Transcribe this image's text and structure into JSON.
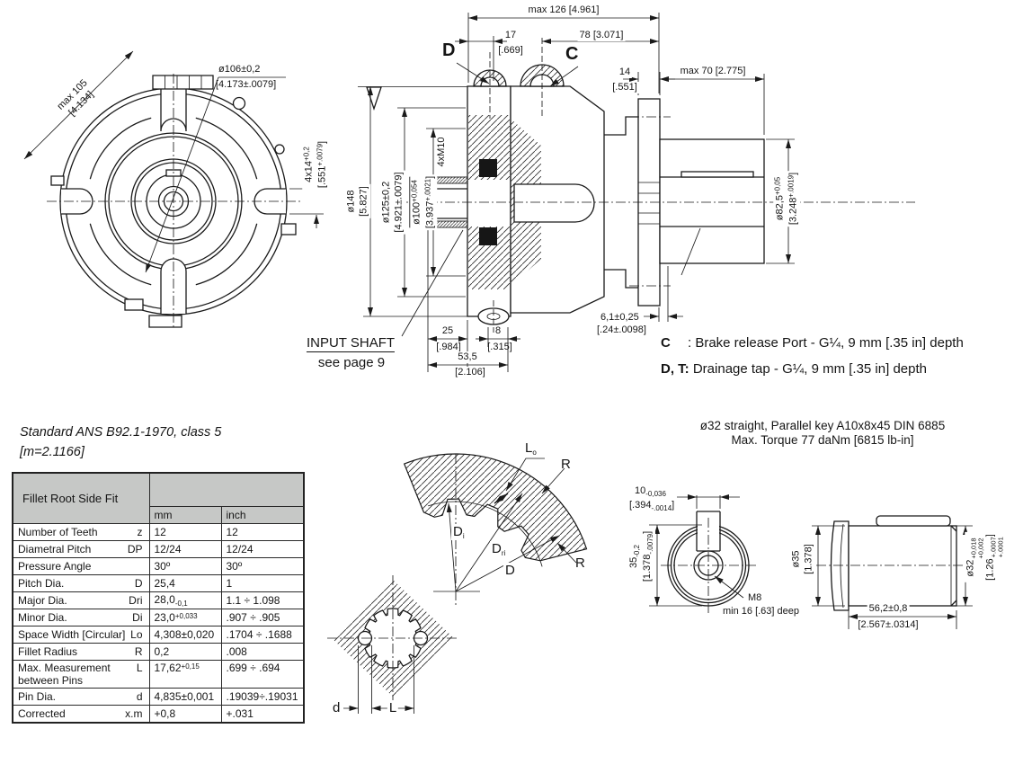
{
  "front": {
    "dim_diag_l1": "max 105",
    "dim_diag_l2": "[4.134]",
    "bolt_circle_l1": "ø106±0,2",
    "bolt_circle_l2": "[4.173±.0079]",
    "slot_l1_pre": "4x14",
    "slot_l1_sup": "+0,2",
    "slot_l2_pre": "[.551",
    "slot_l2_sup": "+.0079",
    "slot_l2_post": "]"
  },
  "section": {
    "dim_max126": "max 126 [4.961]",
    "dim_17_l1": "17",
    "dim_17_l2": "[.669]",
    "dim_78": "78 [3.071]",
    "port_d": "D",
    "port_c": "C",
    "dim_14_l1": "14",
    "dim_14_l2": "[.551]",
    "dim_max70": "max 70 [2.775]",
    "d148_l1": "ø148",
    "d148_l2": "[5.827]",
    "d125_l1": "ø125±0,2",
    "d125_l2": "[4.921±.0079]",
    "d100_l1_pre": "ø100",
    "d100_l1_sup": "+0,054",
    "d100_l2_pre": "[3.937",
    "d100_l2_sup": "+.0021",
    "d100_l2_post": "]",
    "m10": "4xM10",
    "d82_l1_pre": "ø82,5",
    "d82_l1_sup": "+0,05",
    "d82_l2_pre": "[3.248",
    "d82_l2_sup": "+.0019",
    "d82_l2_post": "]",
    "dim_25_l1": "25",
    "dim_25_l2": "[.984]",
    "dim_8_l1": "8",
    "dim_8_l2": "[.315]",
    "dim_535_l1": "53,5",
    "dim_535_l2": "[2.106]",
    "dim_61_l1": "6,1±0,25",
    "dim_61_l2": "[.24±.0098]",
    "input_shaft": "INPUT SHAFT",
    "input_shaft_sub": "see page 9"
  },
  "notes": {
    "c_key": "C",
    "c_text": ": Brake release Port - G¼, 9 mm [.35 in] depth",
    "dt_key": "D, T:",
    "dt_text": "Drainage tap - G¼, 9 mm [.35 in] depth"
  },
  "spline": {
    "standard_l1": "Standard ANS B92.1-1970, class 5",
    "standard_l2": "[m=2.1166]",
    "table": {
      "title": "Fillet Root Side Fit",
      "col_mm": "mm",
      "col_inch": "inch",
      "rows": [
        {
          "label": "Number of Teeth",
          "sym": "z",
          "mm": "12",
          "inch": "12"
        },
        {
          "label": "Diametral Pitch",
          "sym": "DP",
          "mm": "12/24",
          "inch": "12/24"
        },
        {
          "label": "Pressure Angle",
          "sym": "",
          "mm": "30º",
          "inch": "30º"
        },
        {
          "label": "Pitch Dia.",
          "sym": "D",
          "mm": "25,4",
          "inch": "1"
        },
        {
          "label": "Major Dia.",
          "sym": "Dri",
          "mm": "28,0",
          "mm_sub": "-0,1",
          "inch": "1.1 ÷ 1.098"
        },
        {
          "label": "Minor Dia.",
          "sym": "Di",
          "mm": "23,0",
          "mm_sup": "+0,033",
          "inch": ".907 ÷ .905"
        },
        {
          "label": "Space Width [Circular]",
          "sym": "Lo",
          "mm": "4,308±0,020",
          "inch": ".1704 ÷ .1688"
        },
        {
          "label": "Fillet Radius",
          "sym": "R",
          "mm": "0,2",
          "inch": ".008"
        },
        {
          "label": "Max. Measurement",
          "label2": "between Pins",
          "sym": "L",
          "mm": "17,62",
          "mm_sup": "+0,15",
          "inch": ".699 ÷ .694"
        },
        {
          "label": "Pin Dia.",
          "sym": "d",
          "mm": "4,835±0,001",
          "inch": ".19039÷.19031"
        },
        {
          "label": "Corrected",
          "sym": "x.m",
          "mm": "+0,8",
          "inch": "+.031"
        }
      ]
    },
    "sector_labels": {
      "lo_pre": "L",
      "lo_sub": "o",
      "r_top": "R",
      "r_bottom": "R",
      "di_pre": "D",
      "di_sub": "i",
      "dri_pre": "D",
      "dri_sub": "ri",
      "d": "D"
    },
    "ring_labels": {
      "d": "d",
      "l": "L"
    }
  },
  "key_shaft": {
    "title_l1": "ø32 straight, Parallel key A10x8x45 DIN 6885",
    "title_l2": "Max. Torque 77 daNm [6815 lb-in]",
    "dim10_l1_pre": "10",
    "dim10_l1_sub": "-0,036",
    "dim10_l2_pre": "[.394",
    "dim10_l2_sub": "-.0014",
    "dim10_l2_post": "]",
    "dim35_l1_pre": "35",
    "dim35_l1_sub": "-0,2",
    "dim35_l2_pre": "[1.378",
    "dim35_l2_sub": "-.0079",
    "dim35_l2_post": "]",
    "m8": "M8",
    "m8_depth": "min 16 [.63] deep",
    "d35_l1": "ø35",
    "d35_l2": "[1.378]",
    "d32_l1_pre": "ø32",
    "d32_t1": "+0,018",
    "d32_t2": "+0,002",
    "d32_l2_pre": "[1.26",
    "d32_b1": "+.0007",
    "d32_b2": "+.0001",
    "d32_l2_post": "]",
    "dim562_l1": "56,2±0,8",
    "dim562_l2": "[2.567±.0314]"
  }
}
